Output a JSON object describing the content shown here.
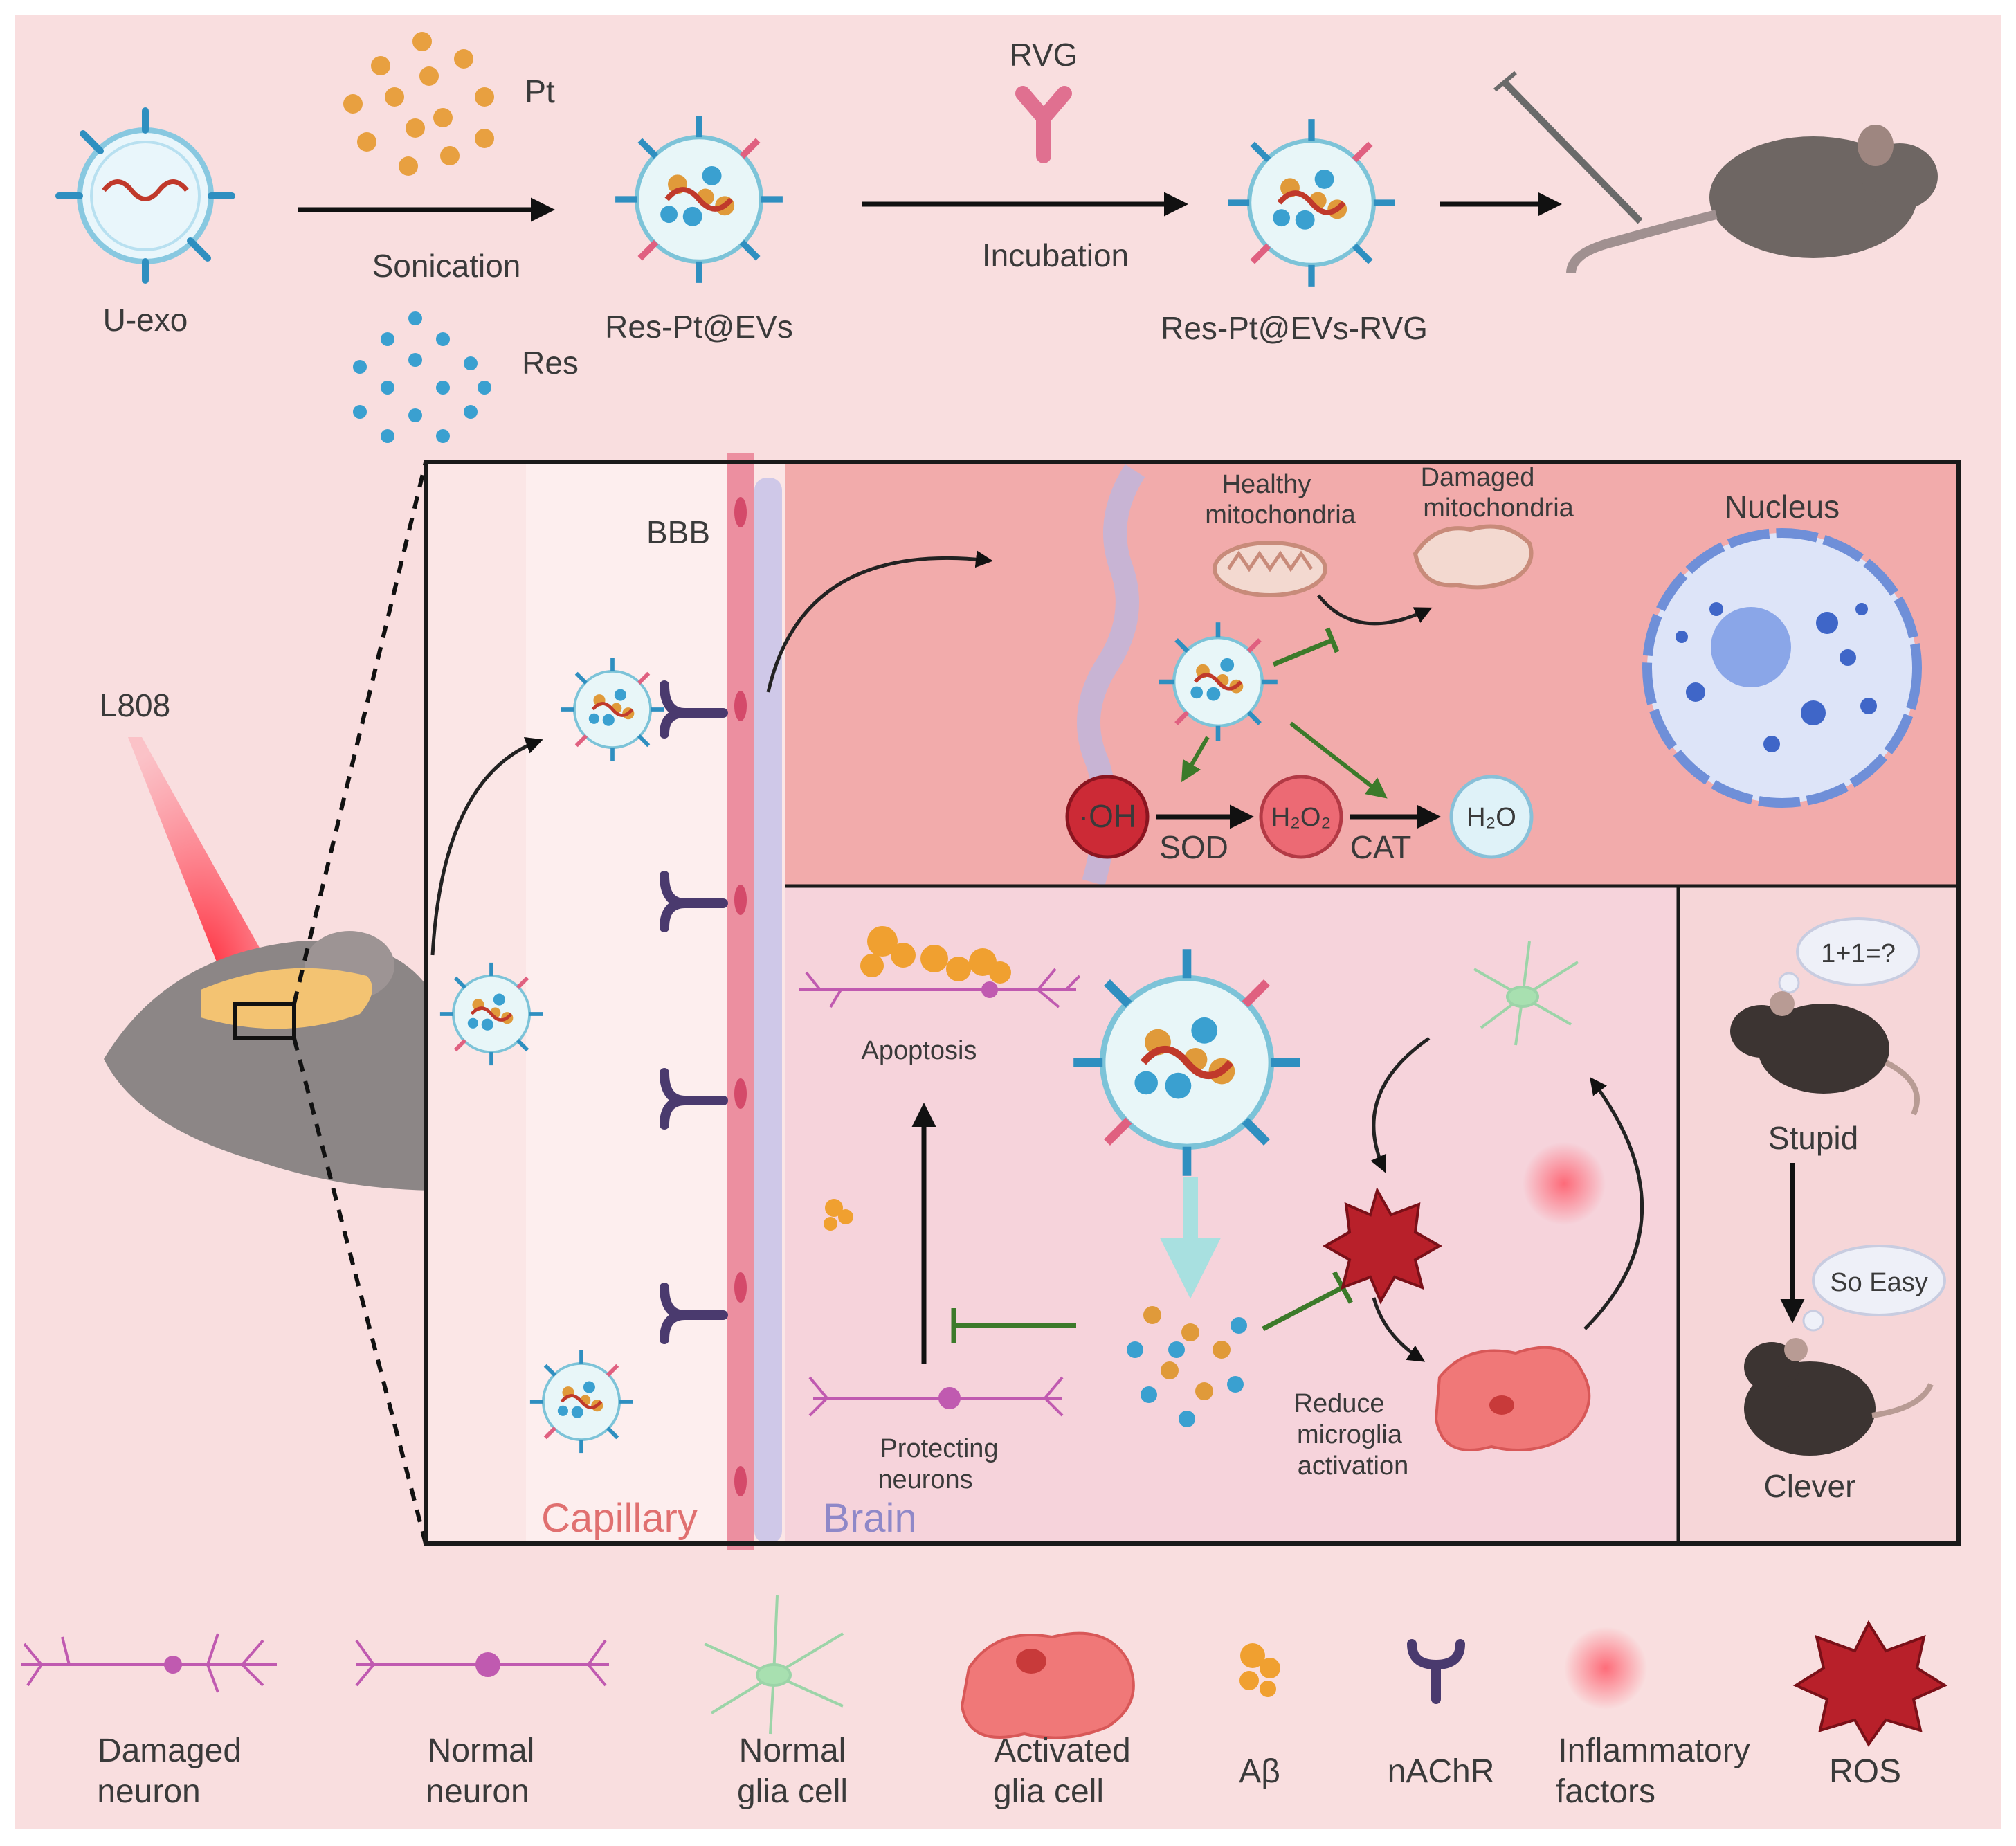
{
  "top_row": {
    "u_exo": "U-exo",
    "pt": "Pt",
    "res": "Res",
    "sonication": "Sonication",
    "res_pt_evs": "Res-Pt@EVs",
    "rvg": "RVG",
    "incubation": "Incubation",
    "res_pt_evs_rvg": "Res-Pt@EVs-RVG"
  },
  "left": {
    "laser": "L808"
  },
  "panel": {
    "bbb": "BBB",
    "capillary": "Capillary",
    "brain": "Brain",
    "healthy_mito": [
      "Healthy",
      "mitochondria"
    ],
    "damaged_mito": [
      "Damaged",
      "mitochondria"
    ],
    "nucleus": "Nucleus",
    "oh": "·OH",
    "sod": "SOD",
    "h2o2": "H₂O₂",
    "cat": "CAT",
    "h2o": "H₂O",
    "apoptosis": "Apoptosis",
    "protecting": [
      "Protecting",
      "neurons"
    ],
    "reduce": [
      "Reduce",
      "microglia",
      "activation"
    ],
    "q_bubble": "1+1=?",
    "stupid": "Stupid",
    "so_easy": "So Easy",
    "clever": "Clever"
  },
  "legend": [
    {
      "icon": "damaged-neuron",
      "lines": [
        "Damaged",
        "neuron"
      ]
    },
    {
      "icon": "normal-neuron",
      "lines": [
        "Normal",
        "neuron"
      ]
    },
    {
      "icon": "normal-glia-cell",
      "lines": [
        "Normal",
        "glia cell"
      ]
    },
    {
      "icon": "activated-glia-cell",
      "lines": [
        "Activated",
        "glia cell"
      ]
    },
    {
      "icon": "abeta",
      "lines": [
        "Aβ"
      ]
    },
    {
      "icon": "nachr",
      "lines": [
        "nAChR"
      ]
    },
    {
      "icon": "inflammatory-factors",
      "lines": [
        "Inflammatory",
        "factors"
      ]
    },
    {
      "icon": "ros",
      "lines": [
        "ROS"
      ]
    }
  ],
  "colors": {
    "background": "#f9dedf",
    "capillary_text": "#e07070",
    "brain_text": "#8f88c8",
    "ros": "#b8202a",
    "inhibit": "#3c7a2a",
    "receptor": "#4a3a6e"
  }
}
